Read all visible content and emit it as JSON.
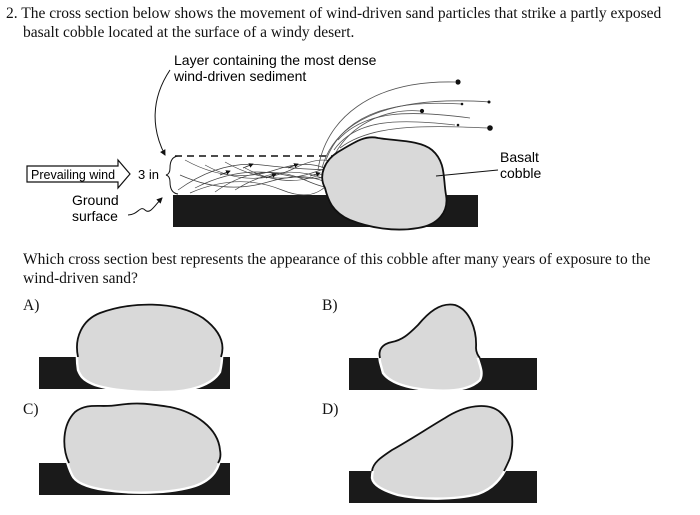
{
  "question": {
    "number": "2.",
    "line1": "The cross section below shows the movement of wind-driven sand particles that strike a partly exposed",
    "line2": "basalt cobble located at the surface of a windy desert."
  },
  "figure": {
    "layer_label_1": "Layer containing the most dense",
    "layer_label_2": "wind-driven sediment",
    "wind_label": "Prevailing wind",
    "height_label": "3 in",
    "ground_label_1": "Ground",
    "ground_label_2": "surface",
    "cobble_label_1": "Basalt",
    "cobble_label_2": "cobble"
  },
  "sub_question": "Which cross section best represents the appearance of this cobble after many years of exposure to the wind-driven sand?",
  "options": {
    "a": "A)",
    "b": "B)",
    "c": "C)",
    "d": "D)"
  },
  "colors": {
    "ground": "#1a1a1a",
    "cobble_fill": "#d9d9d9",
    "outline": "#111111"
  }
}
